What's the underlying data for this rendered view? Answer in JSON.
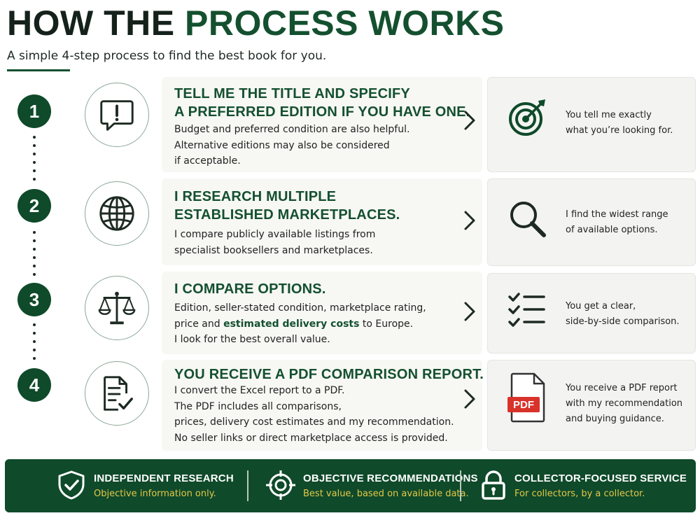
{
  "header": {
    "title_part1": "HOW THE ",
    "title_part2": "PROCESS WORKS",
    "subtitle": "A simple 4-step process to find the best book for you."
  },
  "steps": [
    {
      "number": "1",
      "icon": "speech-bubble-exclamation-icon",
      "title_lines": [
        "TELL ME THE TITLE AND SPECIFY",
        "A PREFERRED EDITION IF YOU HAVE ONE."
      ],
      "text_lines": [
        "Budget and preferred condition are also helpful.",
        "Alternative editions may also be considered",
        "if acceptable."
      ],
      "result_icon": "target-arrow-icon",
      "result_lines": [
        "You tell me exactly",
        "what you’re looking for."
      ]
    },
    {
      "number": "2",
      "icon": "globe-icon",
      "title_lines": [
        "I RESEARCH MULTIPLE",
        "ESTABLISHED MARKETPLACES."
      ],
      "text_lines": [
        "I compare publicly available listings from",
        "specialist booksellers and marketplaces."
      ],
      "result_icon": "magnifier-icon",
      "result_lines": [
        "I find the widest range",
        "of available options."
      ]
    },
    {
      "number": "3",
      "icon": "scales-icon",
      "title_lines": [
        "I COMPARE OPTIONS."
      ],
      "text_lines": [
        "Edition, seller-stated condition, marketplace rating,",
        "I look for the best overall value."
      ],
      "text_line2_pre": "price and ",
      "text_line2_em": "estimated delivery costs",
      "text_line2_post": " to Europe.",
      "result_icon": "checklist-icon",
      "result_lines": [
        "You get a clear,",
        "side-by-side comparison."
      ]
    },
    {
      "number": "4",
      "icon": "document-check-icon",
      "title_lines": [
        "YOU RECEIVE A PDF COMPARISON REPORT."
      ],
      "text_lines": [
        "I convert the Excel report to a PDF.",
        "The PDF includes all comparisons,",
        "prices, delivery cost estimates and my recommendation.",
        "No seller links or direct marketplace access is provided."
      ],
      "result_icon": "pdf-file-icon",
      "result_pdf_label": "PDF",
      "result_lines": [
        "You receive a PDF report",
        "with my recommendation",
        "and buying guidance."
      ]
    }
  ],
  "footer": [
    {
      "icon": "shield-check-icon",
      "title": "INDEPENDENT RESEARCH",
      "subtitle": "Objective information only."
    },
    {
      "icon": "crosshair-icon",
      "title": "OBJECTIVE RECOMMENDATIONS",
      "subtitle": "Best value, based on available data."
    },
    {
      "icon": "padlock-icon",
      "title": "COLLECTOR-FOCUSED SERVICE",
      "subtitle": "For collectors, by a collector."
    }
  ],
  "colors": {
    "brand_green": "#0f4a2a",
    "accent_green": "#14502f",
    "footer_subtitle": "#e3c84a",
    "pdf_red": "#d8322b"
  }
}
